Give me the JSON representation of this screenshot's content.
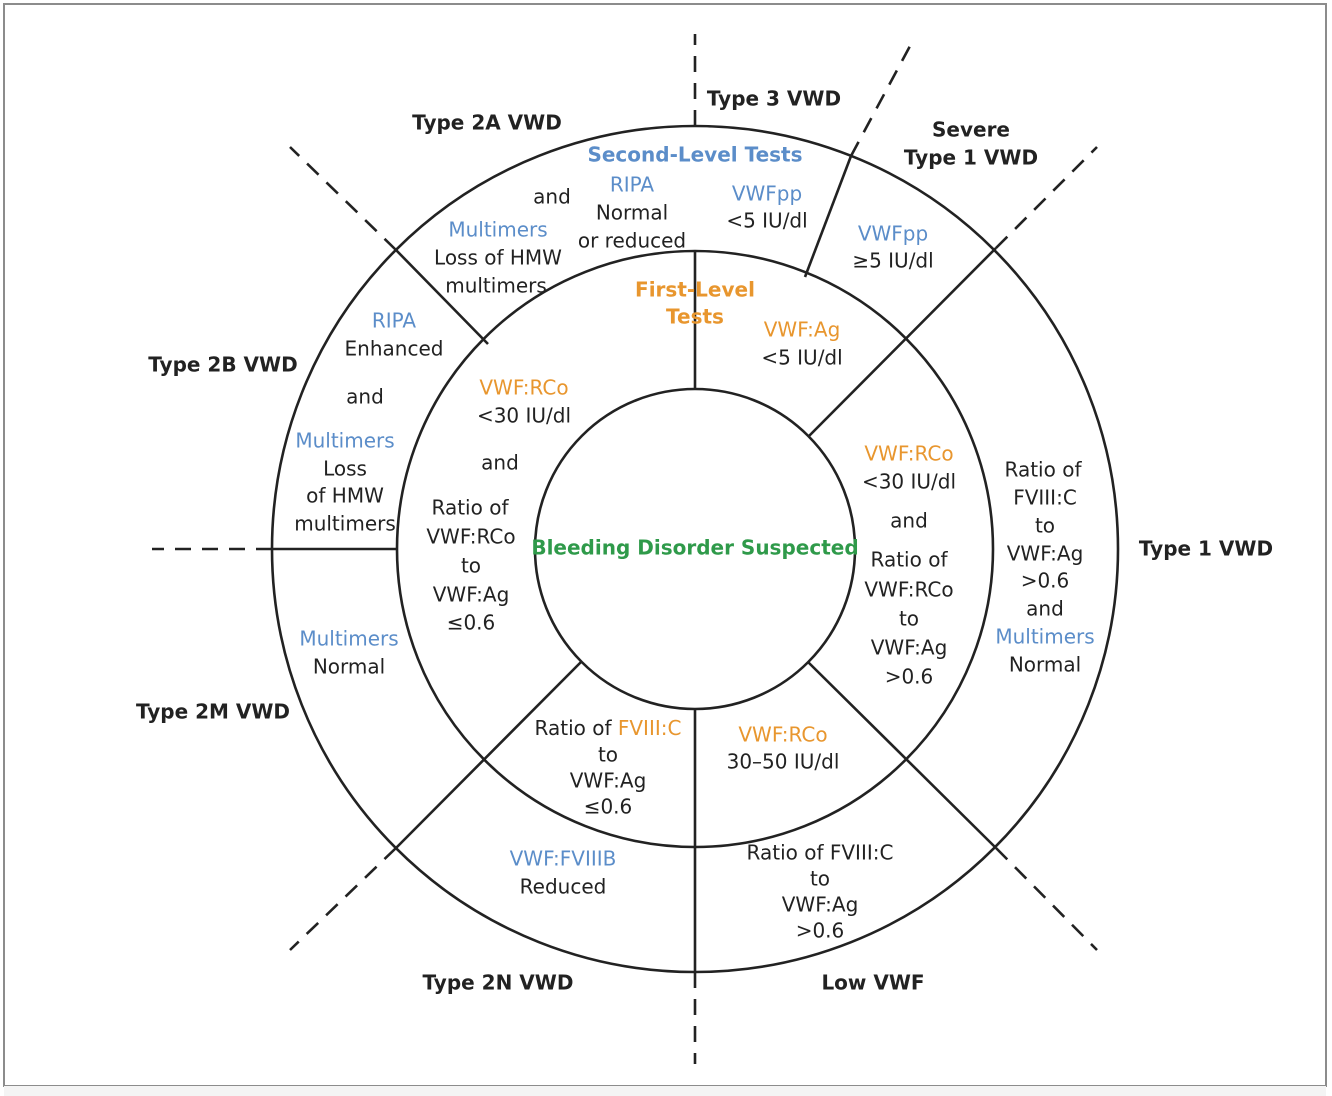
{
  "colors": {
    "black": "#222222",
    "blue": "#5b8dc9",
    "orange": "#e8962e",
    "green": "#2f9a4a"
  },
  "center": {
    "text": "Bleeding Disorder Suspected"
  },
  "headers": {
    "second_level": "Second-Level Tests",
    "first_level_1": "First-Level",
    "first_level_2": "Tests"
  },
  "types": {
    "type3": "Type 3 VWD",
    "type2a": "Type 2A VWD",
    "severe1_1": "Severe",
    "severe1_2": "Type 1 VWD",
    "type2b": "Type 2B VWD",
    "type1": "Type 1 VWD",
    "type2m": "Type 2M VWD",
    "type2n": "Type 2N VWD",
    "lowvwf": "Low VWF"
  },
  "outer_ring": {
    "type2a": [
      {
        "t": "and",
        "c": "black"
      },
      {
        "t": "RIPA",
        "c": "blue"
      },
      {
        "t": "Normal",
        "c": "black"
      },
      {
        "t": "or reduced",
        "c": "black"
      },
      {
        "t": "Multimers",
        "c": "blue"
      },
      {
        "t": "Loss of HMW",
        "c": "black"
      },
      {
        "t": "multimers",
        "c": "black"
      }
    ],
    "type3": [
      {
        "t": "VWFpp",
        "c": "blue"
      },
      {
        "t": "<5 IU/dl",
        "c": "black"
      }
    ],
    "severe1": [
      {
        "t": "VWFpp",
        "c": "blue"
      },
      {
        "t": "≥5 IU/dl",
        "c": "black"
      }
    ],
    "type2b": [
      {
        "t": "RIPA",
        "c": "blue"
      },
      {
        "t": "Enhanced",
        "c": "black"
      },
      {
        "t": "and",
        "c": "black"
      },
      {
        "t": "Multimers",
        "c": "blue"
      },
      {
        "t": "Loss",
        "c": "black"
      },
      {
        "t": "of HMW",
        "c": "black"
      },
      {
        "t": "multimers",
        "c": "black"
      }
    ],
    "type1": [
      {
        "t": "Ratio of",
        "c": "black"
      },
      {
        "t": "FVIII:C",
        "c": "black"
      },
      {
        "t": "to",
        "c": "black"
      },
      {
        "t": "VWF:Ag",
        "c": "black"
      },
      {
        "t": ">0.6",
        "c": "black"
      },
      {
        "t": "and",
        "c": "black"
      },
      {
        "t": "Multimers",
        "c": "blue"
      },
      {
        "t": "Normal",
        "c": "black"
      }
    ],
    "type2m": [
      {
        "t": "Multimers",
        "c": "blue"
      },
      {
        "t": "Normal",
        "c": "black"
      }
    ],
    "type2n": [
      {
        "t": "VWF:FVIIIB",
        "c": "blue"
      },
      {
        "t": "Reduced",
        "c": "black"
      }
    ],
    "lowvwf": [
      {
        "t": "Ratio of FVIII:C",
        "c": "black"
      },
      {
        "t": "to",
        "c": "black"
      },
      {
        "t": "VWF:Ag",
        "c": "black"
      },
      {
        "t": ">0.6",
        "c": "black"
      }
    ]
  },
  "inner_ring": {
    "type3": [
      {
        "t": "VWF:Ag",
        "c": "orange"
      },
      {
        "t": "<5 IU/dl",
        "c": "black"
      }
    ],
    "type2": [
      {
        "t": "VWF:RCo",
        "c": "orange"
      },
      {
        "t": "<30 IU/dl",
        "c": "black"
      },
      {
        "t": "and",
        "c": "black"
      },
      {
        "t": "Ratio of",
        "c": "black"
      },
      {
        "t": "VWF:RCo",
        "c": "black"
      },
      {
        "t": "to",
        "c": "black"
      },
      {
        "t": "VWF:Ag",
        "c": "black"
      },
      {
        "t": "≤0.6",
        "c": "black"
      }
    ],
    "type1": [
      {
        "t": "VWF:RCo",
        "c": "orange"
      },
      {
        "t": "<30 IU/dl",
        "c": "black"
      },
      {
        "t": "and",
        "c": "black"
      },
      {
        "t": "Ratio of",
        "c": "black"
      },
      {
        "t": "VWF:RCo",
        "c": "black"
      },
      {
        "t": "to",
        "c": "black"
      },
      {
        "t": "VWF:Ag",
        "c": "black"
      },
      {
        "t": ">0.6",
        "c": "black"
      }
    ],
    "type2n_prefix": "Ratio of ",
    "type2n_highlight": "FVIII:C",
    "type2n": [
      {
        "t": "to",
        "c": "black"
      },
      {
        "t": "VWF:Ag",
        "c": "black"
      },
      {
        "t": "≤0.6",
        "c": "black"
      }
    ],
    "lowvwf": [
      {
        "t": "VWF:RCo",
        "c": "orange"
      },
      {
        "t": "30–50 IU/dl",
        "c": "black"
      }
    ]
  }
}
